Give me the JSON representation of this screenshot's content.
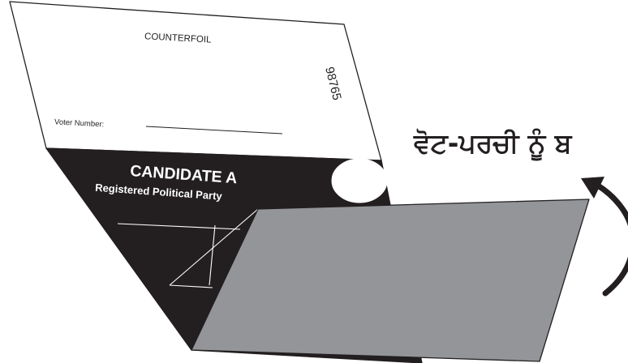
{
  "counterfoil": {
    "title": "COUNTERFOIL",
    "voter_number_label": "Voter Number:",
    "serial_number": "98765"
  },
  "ballot": {
    "candidate_name": "CANDIDATE A",
    "party_name": "Registered Political Party"
  },
  "instruction": {
    "text": "ਵੋਟ-ਪਰਚੀ ਨੂੰ ਬ"
  },
  "colors": {
    "ballot_dark": "#231f20",
    "fold_flap": "#939598",
    "paper": "#ffffff",
    "outline": "#231f20"
  }
}
